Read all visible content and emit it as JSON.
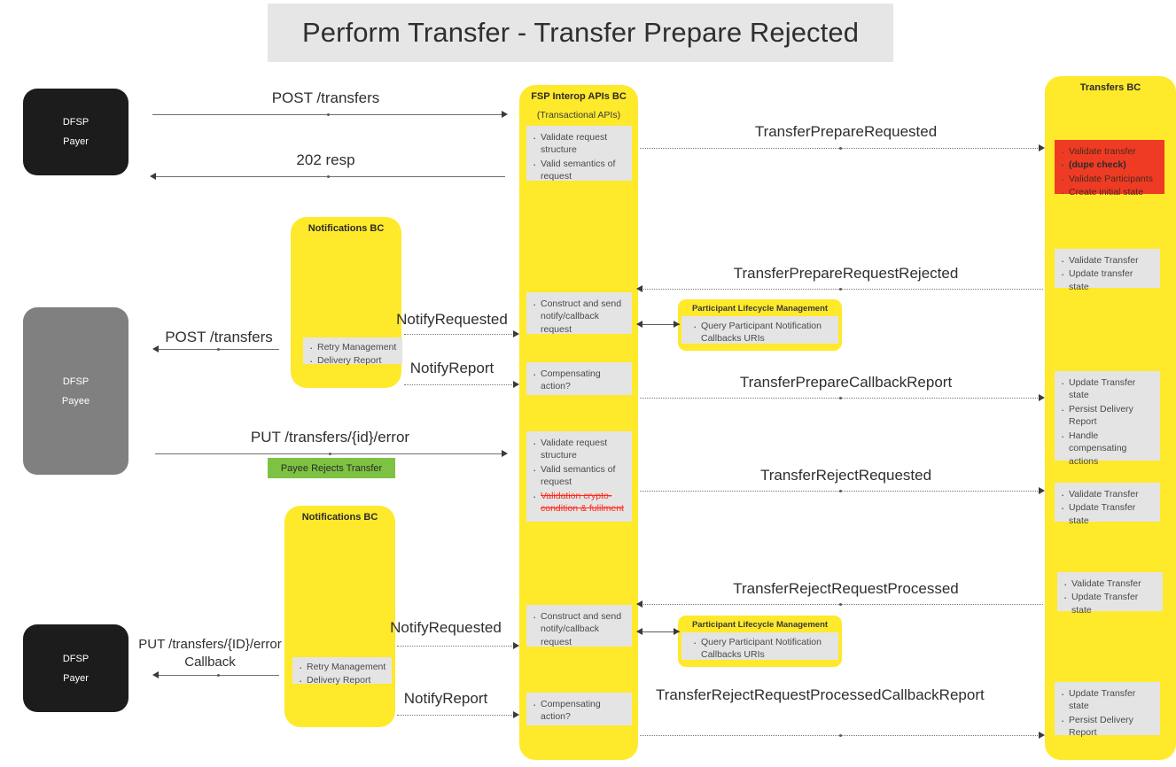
{
  "title": "Perform Transfer - Transfer Prepare Rejected",
  "actors": {
    "payer_top": {
      "line1": "DFSP",
      "line2": "Payer"
    },
    "payee": {
      "line1": "DFSP",
      "line2": "Payee"
    },
    "payer_bottom": {
      "line1": "DFSP",
      "line2": "Payer"
    }
  },
  "lanes": {
    "fsp_interop": {
      "title": "FSP Interop APIs BC",
      "subtitle": "(Transactional APIs)"
    },
    "transfers": {
      "title": "Transfers BC"
    },
    "notifications_top": {
      "title": "Notifications BC"
    },
    "notifications_bottom": {
      "title": "Notifications BC"
    },
    "plm_top": {
      "title": "Participant Lifecycle Management"
    },
    "plm_bottom": {
      "title": "Participant Lifecycle Management"
    }
  },
  "notes": {
    "interop_validate_1": [
      "Validate request structure",
      "Valid semantics of request"
    ],
    "interop_construct_1": [
      "Construct and send notify/callback request"
    ],
    "interop_compensating_1": [
      "Compensating action?"
    ],
    "interop_validate_2": [
      "Validate request structure",
      "Valid semantics of request",
      "Validation crypto-condition & fulilment"
    ],
    "interop_construct_2": [
      "Construct and send notify/callback request"
    ],
    "interop_compensating_2": [
      "Compensating action?"
    ],
    "transfers_red": [
      "Validate transfer",
      "(dupe check)",
      "Validate Participants",
      "Create initial state"
    ],
    "transfers_b1": [
      "Validate Transfer",
      "Update transfer state"
    ],
    "transfers_b2": [
      "Update Transfer state",
      "Persist Delivery Report",
      "Handle compensating actions"
    ],
    "transfers_b3": [
      "Validate Transfer",
      "Update Transfer state"
    ],
    "transfers_b4": [
      "Validate Transfer",
      "Update Transfer state"
    ],
    "transfers_b5": [
      "Update Transfer state",
      "Persist Delivery Report"
    ],
    "notif_top": [
      "Retry Management",
      "Delivery Report"
    ],
    "notif_bottom": [
      "Retry Management",
      "Delivery Report"
    ],
    "plm_top": [
      "Query Participant Notification Callbacks URIs"
    ],
    "plm_bottom": [
      "Query Participant Notification Callbacks URIs"
    ]
  },
  "messages": {
    "post_transfers_payer": "POST /transfers",
    "resp_202": "202 resp",
    "post_transfers_payee": "POST /transfers",
    "put_transfers_error": "PUT /transfers/{id}/error",
    "put_transfers_error_callback": "PUT /transfers/{ID}/error Callback",
    "payee_rejects": "Payee Rejects Transfer"
  },
  "events": {
    "transfer_prepare_requested": "TransferPrepareRequested",
    "transfer_prepare_request_rejected": "TransferPrepareRequestRejected",
    "transfer_prepare_callback_report": "TransferPrepareCallbackReport",
    "transfer_reject_requested": "TransferRejectRequested",
    "transfer_reject_request_processed": "TransferRejectRequestProcessed",
    "transfer_reject_request_processed_callback_report": "TransferRejectRequestProcessedCallbackReport",
    "notify_requested_top": "NotifyRequested",
    "notify_report_top": "NotifyReport",
    "notify_requested_bottom": "NotifyRequested",
    "notify_report_bottom": "NotifyReport"
  },
  "colors": {
    "lane_yellow": "#ffe92b",
    "note_gray": "#e4e4e4",
    "alert_red": "#ef3b24",
    "tag_green": "#7dc242",
    "actor_black": "#1c1c1c",
    "actor_gray": "#808080",
    "title_bg": "#e6e6e6"
  }
}
